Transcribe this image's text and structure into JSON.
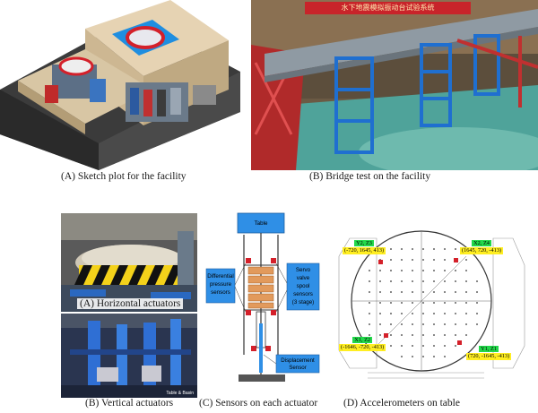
{
  "panels": {
    "A": {
      "caption": "(A)  Sketch plot for the facility"
    },
    "B": {
      "caption": "(B)  Bridge test on the facility",
      "banner_text": "水下地震模拟振动台试验系统"
    },
    "C": {
      "caption": "(C) Sensors on each actuator",
      "top_label": "Table",
      "left_label": "Differential pressure sensors",
      "right_label": "Servo valve spool sensors (3 stage)",
      "bottom_label": "Displacement Sensor"
    },
    "D": {
      "caption": "(D) Accelerometers on table",
      "tags": [
        {
          "name": "Y2, Z3",
          "coords": "(-720, 1645, 413)"
        },
        {
          "name": "X2, Z4",
          "coords": "(1645, 720, -413)"
        },
        {
          "name": "X1, Z2",
          "coords": "(-1646, -720, -413)"
        },
        {
          "name": "Y1, Z1",
          "coords": "(720, -1645, -413)"
        }
      ]
    },
    "horizontal": {
      "caption": "(A) Horizontal actuators"
    },
    "vertical": {
      "caption": "(B) Vertical actuators",
      "watermark": "Table & Basin"
    }
  },
  "colors": {
    "label_green": "#22d84a",
    "label_yellow": "#ffee22",
    "sensor_blue": "#2f8fe6",
    "accent_red": "#d4202a"
  }
}
